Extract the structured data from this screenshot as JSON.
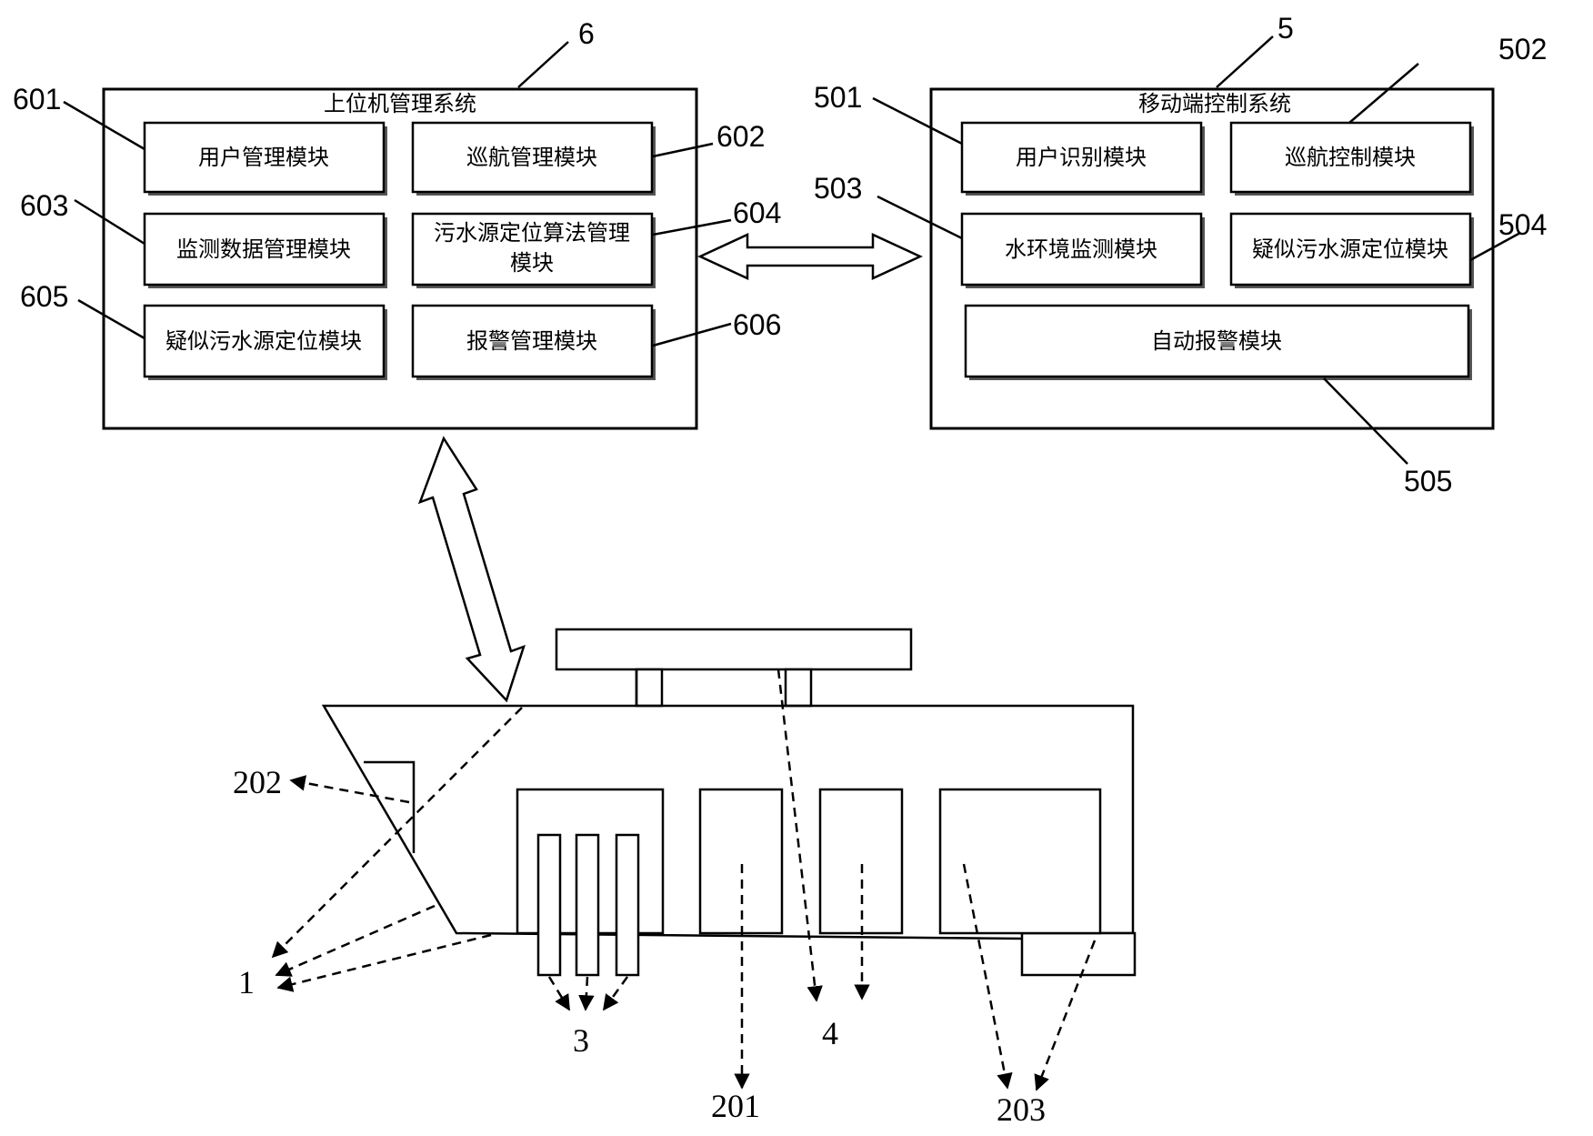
{
  "upper": {
    "number": "6",
    "title": "上位机管理系统",
    "modules": [
      {
        "id": "601",
        "label": "用户管理模块"
      },
      {
        "id": "602",
        "label": "巡航管理模块"
      },
      {
        "id": "603",
        "label": "监测数据管理模块"
      },
      {
        "id": "604",
        "label_line1": "污水源定位算法管理",
        "label_line2": "模块"
      },
      {
        "id": "605",
        "label": "疑似污水源定位模块"
      },
      {
        "id": "606",
        "label": "报警管理模块"
      }
    ]
  },
  "mobile": {
    "number": "5",
    "title": "移动端控制系统",
    "modules": [
      {
        "id": "501",
        "label": "用户识别模块"
      },
      {
        "id": "502",
        "label": "巡航控制模块"
      },
      {
        "id": "503",
        "label": "水环境监测模块"
      },
      {
        "id": "504",
        "label": "疑似污水源定位模块"
      },
      {
        "id": "505",
        "label": "自动报警模块"
      }
    ]
  },
  "boat": {
    "labels": {
      "hull": "1",
      "sensors": "3",
      "antenna": "4",
      "part_201": "201",
      "part_202": "202",
      "part_203": "203"
    }
  }
}
